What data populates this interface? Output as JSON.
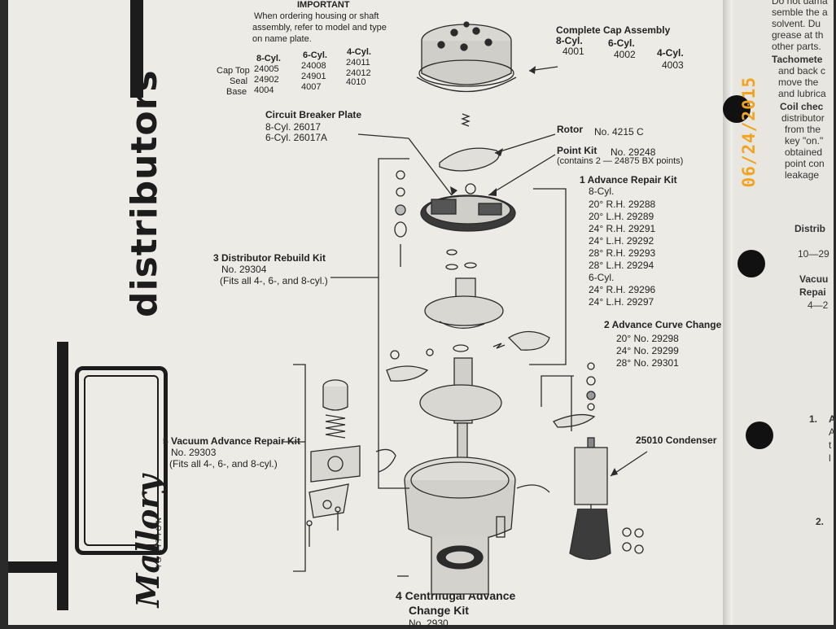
{
  "important": {
    "heading": "IMPORTANT",
    "line1": "When ordering housing or shaft",
    "line2": "assembly, refer to model and type",
    "line3": "on name plate.",
    "col_headers": [
      "8-Cyl.",
      "6-Cyl.",
      "4-Cyl."
    ],
    "rows": [
      {
        "label": "Cap Top",
        "values": [
          "24005",
          "24008",
          "24011"
        ]
      },
      {
        "label": "Seal",
        "values": [
          "24902",
          "24901",
          "24012"
        ]
      },
      {
        "label": "Base",
        "values": [
          "4004",
          "4007",
          "4010"
        ]
      }
    ]
  },
  "side": {
    "title": "distributors",
    "logo": "Mallory",
    "logo_sub": "IGNITION"
  },
  "cap_assembly": {
    "title": "Complete Cap Assembly",
    "cols": [
      "8-Cyl.",
      "6-Cyl.",
      "4-Cyl."
    ],
    "nums": [
      "4001",
      "4002",
      "4003"
    ]
  },
  "breaker_plate": {
    "title": "Circuit Breaker Plate",
    "line1": "8-Cyl. 26017",
    "line2": "6-Cyl. 26017A"
  },
  "rotor": {
    "title": "Rotor",
    "num": "No. 4215 C"
  },
  "point_kit": {
    "title": "Point Kit",
    "num": "No. 29248",
    "contains": "(contains 2 — 24875 BX points)"
  },
  "advance_repair": {
    "title": "1 Advance Repair Kit",
    "group1": "8-Cyl.",
    "items1": [
      "20° R.H. 29288",
      "20° L.H. 29289",
      "24° R.H. 29291",
      "24° L.H. 29292",
      "28° R.H. 29293",
      "28° L.H. 29294"
    ],
    "group2": "6-Cyl.",
    "items2": [
      "24° R.H. 29296",
      "24° L.H. 29297"
    ]
  },
  "curve_kit": {
    "title": "2 Advance Curve Change Kit",
    "items": [
      "20° No. 29298",
      "24° No. 29299",
      "28° No. 29301"
    ]
  },
  "rebuild_kit": {
    "title": "3 Distributor Rebuild Kit",
    "num": "No. 29304",
    "note": "(Fits all 4-, 6-, and 8-cyl.)"
  },
  "centrifugal": {
    "line1": "4 Centrifugal Advance",
    "line2": "Change Kit",
    "line3": "No. 2930"
  },
  "vacuum_kit": {
    "title": "5 Vacuum Advance Repair Kit",
    "num": "No. 29303",
    "note": "(Fits all 4-, 6-, and 8-cyl.)"
  },
  "condenser": {
    "label": "25010 Condenser"
  },
  "right_page": {
    "lines": [
      "Do not dama",
      "semble the a",
      "solvent. Du",
      "grease at th",
      "other parts."
    ],
    "tach_title": "Tachomete",
    "tach_lines": [
      "and back c",
      "move the",
      "and lubrica"
    ],
    "coil_title": "Coil chec",
    "coil_lines": [
      "distributor",
      "from the",
      "key \"on.\"",
      "obtained",
      "point con",
      "leakage"
    ],
    "distrib": "Distrib",
    "distrib_num": "10—29",
    "vacuum": "Vacuu",
    "repair": "Repai",
    "repair_num": "4—2",
    "step1": "1.",
    "step1_letter": "A",
    "step1_chars": [
      "A",
      "t",
      "l"
    ],
    "step2": "2."
  },
  "date_stamp": "06/24/2015"
}
